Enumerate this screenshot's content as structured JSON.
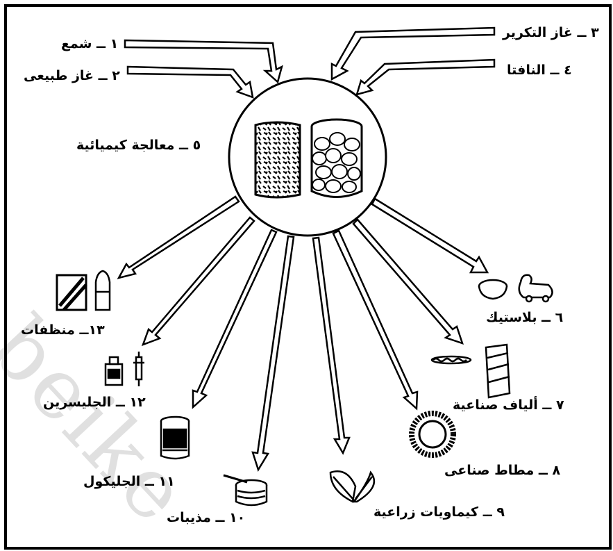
{
  "labels": {
    "candle_wax": "١ ــ شمع",
    "natural_gas": "٢ ــ غاز طبيعى",
    "refinery_gas": "٣ ــ غاز التكرير",
    "naphtha": "٤ ــ النافتا",
    "chemical_processing": "٥ ــ معالجة كيميائية",
    "plastics": "٦ ــ بلاستيك",
    "synthetic_fibers": "٧ ــ ألياف صناعية",
    "synthetic_rubber": "٨ ــ مطاط صناعى",
    "agrochemicals": "٩ ــ كيماويات زراعية",
    "solvents": "١٠ ــ مذيبات",
    "glycol": "١١ ــ الجليكول",
    "glycerin": "١٢ ــ الجليسرين",
    "detergents": "١٣ــ منظفات"
  },
  "watermark": "beike"
}
